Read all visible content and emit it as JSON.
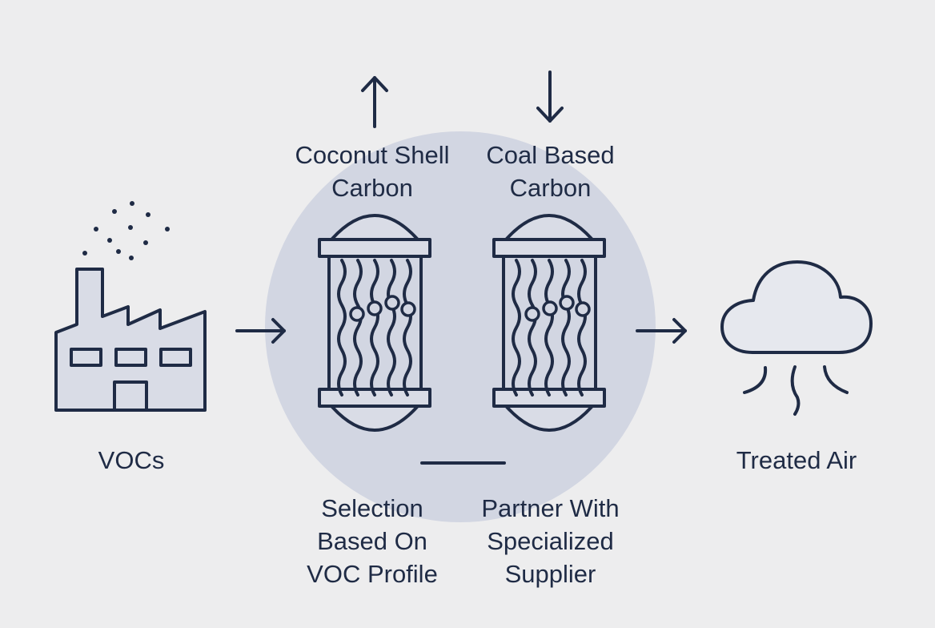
{
  "source": {
    "label": "VOCs",
    "icon": "factory-icon"
  },
  "output": {
    "label": "Treated Air",
    "icon": "cloud-icon"
  },
  "carbons": [
    {
      "name_lines": [
        "Coconut Shell",
        "Carbon"
      ],
      "direction": "up",
      "icon": "carbon-filter-icon"
    },
    {
      "name_lines": [
        "Coal Based",
        "Carbon"
      ],
      "direction": "down",
      "icon": "carbon-filter-icon"
    }
  ],
  "notes": [
    {
      "lines": [
        "Selection",
        "Based On",
        "VOC Profile"
      ]
    },
    {
      "lines": [
        "Partner With",
        "Specialized",
        "Supplier"
      ]
    }
  ],
  "colors": {
    "background": "#ededee",
    "ink": "#1f2b45",
    "circle": "#d2d6e2",
    "icon_fill": "#d9dce6"
  }
}
